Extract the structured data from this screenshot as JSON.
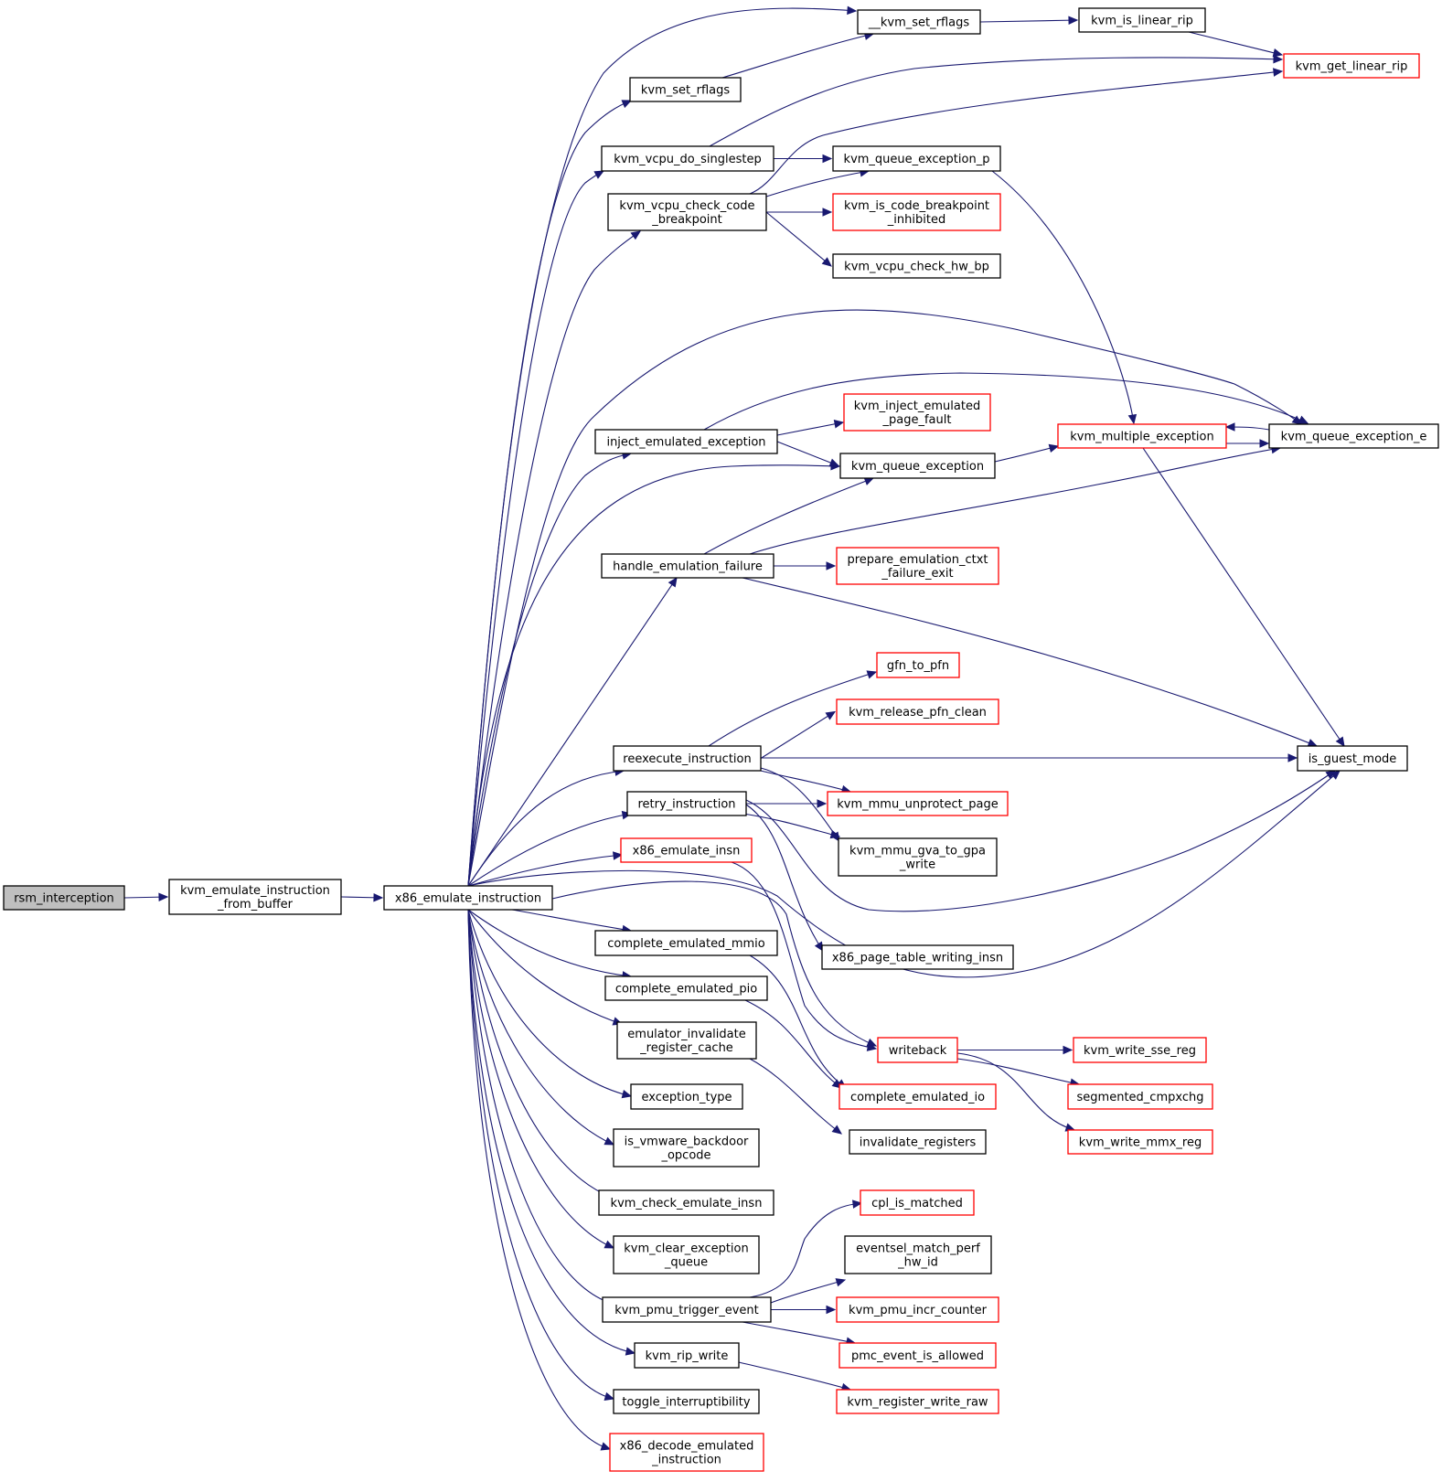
{
  "colors": {
    "edge": "#191970",
    "node_border": "#000000",
    "truncated_border": "#ff0000",
    "root_fill": "#bfbfbf",
    "node_fill": "#ffffff"
  },
  "nodes": [
    {
      "id": "rsm",
      "lines": [
        "rsm_interception"
      ],
      "style": "root"
    },
    {
      "id": "kvm_emulate_from_buffer",
      "lines": [
        "kvm_emulate_instruction",
        "_from_buffer"
      ],
      "style": "normal"
    },
    {
      "id": "x86_emulate_instruction",
      "lines": [
        "x86_emulate_instruction"
      ],
      "style": "normal"
    },
    {
      "id": "kvm_set_rflags",
      "lines": [
        "kvm_set_rflags"
      ],
      "style": "normal"
    },
    {
      "id": "__kvm_set_rflags",
      "lines": [
        "__kvm_set_rflags"
      ],
      "style": "normal"
    },
    {
      "id": "kvm_is_linear_rip",
      "lines": [
        "kvm_is_linear_rip"
      ],
      "style": "normal"
    },
    {
      "id": "kvm_get_linear_rip",
      "lines": [
        "kvm_get_linear_rip"
      ],
      "style": "red"
    },
    {
      "id": "kvm_vcpu_do_singlestep",
      "lines": [
        "kvm_vcpu_do_singlestep"
      ],
      "style": "normal"
    },
    {
      "id": "kvm_queue_exception_p",
      "lines": [
        "kvm_queue_exception_p"
      ],
      "style": "normal"
    },
    {
      "id": "kvm_vcpu_check_code_breakpoint",
      "lines": [
        "kvm_vcpu_check_code",
        "_breakpoint"
      ],
      "style": "normal"
    },
    {
      "id": "kvm_is_code_breakpoint_inhibited",
      "lines": [
        "kvm_is_code_breakpoint",
        "_inhibited"
      ],
      "style": "red"
    },
    {
      "id": "kvm_vcpu_check_hw_bp",
      "lines": [
        "kvm_vcpu_check_hw_bp"
      ],
      "style": "normal"
    },
    {
      "id": "kvm_inject_emulated_page_fault",
      "lines": [
        "kvm_inject_emulated",
        "_page_fault"
      ],
      "style": "red"
    },
    {
      "id": "inject_emulated_exception",
      "lines": [
        "inject_emulated_exception"
      ],
      "style": "normal"
    },
    {
      "id": "kvm_queue_exception",
      "lines": [
        "kvm_queue_exception"
      ],
      "style": "normal"
    },
    {
      "id": "kvm_multiple_exception",
      "lines": [
        "kvm_multiple_exception"
      ],
      "style": "red"
    },
    {
      "id": "kvm_queue_exception_e",
      "lines": [
        "kvm_queue_exception_e"
      ],
      "style": "normal"
    },
    {
      "id": "handle_emulation_failure",
      "lines": [
        "handle_emulation_failure"
      ],
      "style": "normal"
    },
    {
      "id": "prepare_emulation_ctxt_failure_exit",
      "lines": [
        "prepare_emulation_ctxt",
        "_failure_exit"
      ],
      "style": "red"
    },
    {
      "id": "gfn_to_pfn",
      "lines": [
        "gfn_to_pfn"
      ],
      "style": "red"
    },
    {
      "id": "kvm_release_pfn_clean",
      "lines": [
        "kvm_release_pfn_clean"
      ],
      "style": "red"
    },
    {
      "id": "reexecute_instruction",
      "lines": [
        "reexecute_instruction"
      ],
      "style": "normal"
    },
    {
      "id": "is_guest_mode",
      "lines": [
        "is_guest_mode"
      ],
      "style": "normal"
    },
    {
      "id": "retry_instruction",
      "lines": [
        "retry_instruction"
      ],
      "style": "normal"
    },
    {
      "id": "kvm_mmu_unprotect_page",
      "lines": [
        "kvm_mmu_unprotect_page"
      ],
      "style": "red"
    },
    {
      "id": "kvm_mmu_gva_to_gpa_write",
      "lines": [
        "kvm_mmu_gva_to_gpa",
        "_write"
      ],
      "style": "normal"
    },
    {
      "id": "x86_emulate_insn",
      "lines": [
        "x86_emulate_insn"
      ],
      "style": "red"
    },
    {
      "id": "x86_page_table_writing_insn",
      "lines": [
        "x86_page_table_writing_insn"
      ],
      "style": "normal"
    },
    {
      "id": "complete_emulated_mmio",
      "lines": [
        "complete_emulated_mmio"
      ],
      "style": "normal"
    },
    {
      "id": "complete_emulated_pio",
      "lines": [
        "complete_emulated_pio"
      ],
      "style": "normal"
    },
    {
      "id": "writeback",
      "lines": [
        "writeback"
      ],
      "style": "red"
    },
    {
      "id": "kvm_write_sse_reg",
      "lines": [
        "kvm_write_sse_reg"
      ],
      "style": "red"
    },
    {
      "id": "emulator_invalidate_register_cache",
      "lines": [
        "emulator_invalidate",
        "_register_cache"
      ],
      "style": "normal"
    },
    {
      "id": "complete_emulated_io",
      "lines": [
        "complete_emulated_io"
      ],
      "style": "red"
    },
    {
      "id": "segmented_cmpxchg",
      "lines": [
        "segmented_cmpxchg"
      ],
      "style": "red"
    },
    {
      "id": "exception_type",
      "lines": [
        "exception_type"
      ],
      "style": "normal"
    },
    {
      "id": "invalidate_registers",
      "lines": [
        "invalidate_registers"
      ],
      "style": "normal"
    },
    {
      "id": "kvm_write_mmx_reg",
      "lines": [
        "kvm_write_mmx_reg"
      ],
      "style": "red"
    },
    {
      "id": "is_vmware_backdoor_opcode",
      "lines": [
        "is_vmware_backdoor",
        "_opcode"
      ],
      "style": "normal"
    },
    {
      "id": "kvm_check_emulate_insn",
      "lines": [
        "kvm_check_emulate_insn"
      ],
      "style": "normal"
    },
    {
      "id": "cpl_is_matched",
      "lines": [
        "cpl_is_matched"
      ],
      "style": "red"
    },
    {
      "id": "kvm_clear_exception_queue",
      "lines": [
        "kvm_clear_exception",
        "_queue"
      ],
      "style": "normal"
    },
    {
      "id": "eventsel_match_perf_hw_id",
      "lines": [
        "eventsel_match_perf",
        "_hw_id"
      ],
      "style": "normal"
    },
    {
      "id": "kvm_pmu_trigger_event",
      "lines": [
        "kvm_pmu_trigger_event"
      ],
      "style": "normal"
    },
    {
      "id": "kvm_pmu_incr_counter",
      "lines": [
        "kvm_pmu_incr_counter"
      ],
      "style": "red"
    },
    {
      "id": "kvm_rip_write",
      "lines": [
        "kvm_rip_write"
      ],
      "style": "normal"
    },
    {
      "id": "pmc_event_is_allowed",
      "lines": [
        "pmc_event_is_allowed"
      ],
      "style": "red"
    },
    {
      "id": "toggle_interruptibility",
      "lines": [
        "toggle_interruptibility"
      ],
      "style": "normal"
    },
    {
      "id": "kvm_register_write_raw",
      "lines": [
        "kvm_register_write_raw"
      ],
      "style": "red"
    },
    {
      "id": "x86_decode_emulated_instruction",
      "lines": [
        "x86_decode_emulated",
        "_instruction"
      ],
      "style": "red"
    }
  ],
  "edges": [
    [
      "rsm",
      "kvm_emulate_from_buffer"
    ],
    [
      "kvm_emulate_from_buffer",
      "x86_emulate_instruction"
    ],
    [
      "x86_emulate_instruction",
      "__kvm_set_rflags"
    ],
    [
      "x86_emulate_instruction",
      "kvm_set_rflags"
    ],
    [
      "x86_emulate_instruction",
      "kvm_vcpu_do_singlestep"
    ],
    [
      "x86_emulate_instruction",
      "kvm_vcpu_check_code_breakpoint"
    ],
    [
      "x86_emulate_instruction",
      "kvm_queue_exception_e"
    ],
    [
      "x86_emulate_instruction",
      "inject_emulated_exception"
    ],
    [
      "x86_emulate_instruction",
      "kvm_queue_exception"
    ],
    [
      "x86_emulate_instruction",
      "handle_emulation_failure"
    ],
    [
      "x86_emulate_instruction",
      "reexecute_instruction"
    ],
    [
      "x86_emulate_instruction",
      "retry_instruction"
    ],
    [
      "x86_emulate_instruction",
      "x86_emulate_insn"
    ],
    [
      "x86_emulate_instruction",
      "is_guest_mode"
    ],
    [
      "x86_emulate_instruction",
      "complete_emulated_mmio"
    ],
    [
      "x86_emulate_instruction",
      "complete_emulated_pio"
    ],
    [
      "x86_emulate_instruction",
      "emulator_invalidate_register_cache"
    ],
    [
      "x86_emulate_instruction",
      "exception_type"
    ],
    [
      "x86_emulate_instruction",
      "is_vmware_backdoor_opcode"
    ],
    [
      "x86_emulate_instruction",
      "kvm_check_emulate_insn"
    ],
    [
      "x86_emulate_instruction",
      "kvm_clear_exception_queue"
    ],
    [
      "x86_emulate_instruction",
      "kvm_pmu_trigger_event"
    ],
    [
      "x86_emulate_instruction",
      "kvm_rip_write"
    ],
    [
      "x86_emulate_instruction",
      "toggle_interruptibility"
    ],
    [
      "x86_emulate_instruction",
      "x86_decode_emulated_instruction"
    ],
    [
      "x86_emulate_instruction",
      "writeback"
    ],
    [
      "kvm_set_rflags",
      "__kvm_set_rflags"
    ],
    [
      "__kvm_set_rflags",
      "kvm_is_linear_rip"
    ],
    [
      "kvm_is_linear_rip",
      "kvm_get_linear_rip"
    ],
    [
      "kvm_vcpu_do_singlestep",
      "kvm_get_linear_rip"
    ],
    [
      "kvm_vcpu_do_singlestep",
      "kvm_queue_exception_p"
    ],
    [
      "kvm_vcpu_check_code_breakpoint",
      "kvm_get_linear_rip"
    ],
    [
      "kvm_vcpu_check_code_breakpoint",
      "kvm_queue_exception_p"
    ],
    [
      "kvm_vcpu_check_code_breakpoint",
      "kvm_is_code_breakpoint_inhibited"
    ],
    [
      "kvm_vcpu_check_code_breakpoint",
      "kvm_vcpu_check_hw_bp"
    ],
    [
      "kvm_queue_exception_p",
      "kvm_multiple_exception"
    ],
    [
      "inject_emulated_exception",
      "kvm_queue_exception_e"
    ],
    [
      "inject_emulated_exception",
      "kvm_inject_emulated_page_fault"
    ],
    [
      "inject_emulated_exception",
      "kvm_queue_exception"
    ],
    [
      "kvm_queue_exception",
      "kvm_multiple_exception"
    ],
    [
      "kvm_multiple_exception",
      "kvm_queue_exception_e"
    ],
    [
      "kvm_queue_exception_e",
      "kvm_multiple_exception"
    ],
    [
      "kvm_multiple_exception",
      "is_guest_mode"
    ],
    [
      "handle_emulation_failure",
      "kvm_queue_exception"
    ],
    [
      "handle_emulation_failure",
      "kvm_queue_exception_e"
    ],
    [
      "handle_emulation_failure",
      "prepare_emulation_ctxt_failure_exit"
    ],
    [
      "handle_emulation_failure",
      "is_guest_mode"
    ],
    [
      "reexecute_instruction",
      "gfn_to_pfn"
    ],
    [
      "reexecute_instruction",
      "kvm_release_pfn_clean"
    ],
    [
      "reexecute_instruction",
      "is_guest_mode"
    ],
    [
      "reexecute_instruction",
      "kvm_mmu_unprotect_page"
    ],
    [
      "reexecute_instruction",
      "kvm_mmu_gva_to_gpa_write"
    ],
    [
      "retry_instruction",
      "kvm_mmu_unprotect_page"
    ],
    [
      "retry_instruction",
      "kvm_mmu_gva_to_gpa_write"
    ],
    [
      "retry_instruction",
      "is_guest_mode"
    ],
    [
      "retry_instruction",
      "x86_page_table_writing_insn"
    ],
    [
      "x86_emulate_insn",
      "writeback"
    ],
    [
      "complete_emulated_mmio",
      "complete_emulated_io"
    ],
    [
      "complete_emulated_pio",
      "complete_emulated_io"
    ],
    [
      "emulator_invalidate_register_cache",
      "invalidate_registers"
    ],
    [
      "writeback",
      "kvm_write_sse_reg"
    ],
    [
      "writeback",
      "segmented_cmpxchg"
    ],
    [
      "writeback",
      "kvm_write_mmx_reg"
    ],
    [
      "kvm_pmu_trigger_event",
      "cpl_is_matched"
    ],
    [
      "kvm_pmu_trigger_event",
      "eventsel_match_perf_hw_id"
    ],
    [
      "kvm_pmu_trigger_event",
      "kvm_pmu_incr_counter"
    ],
    [
      "kvm_pmu_trigger_event",
      "pmc_event_is_allowed"
    ],
    [
      "kvm_rip_write",
      "kvm_register_write_raw"
    ]
  ]
}
